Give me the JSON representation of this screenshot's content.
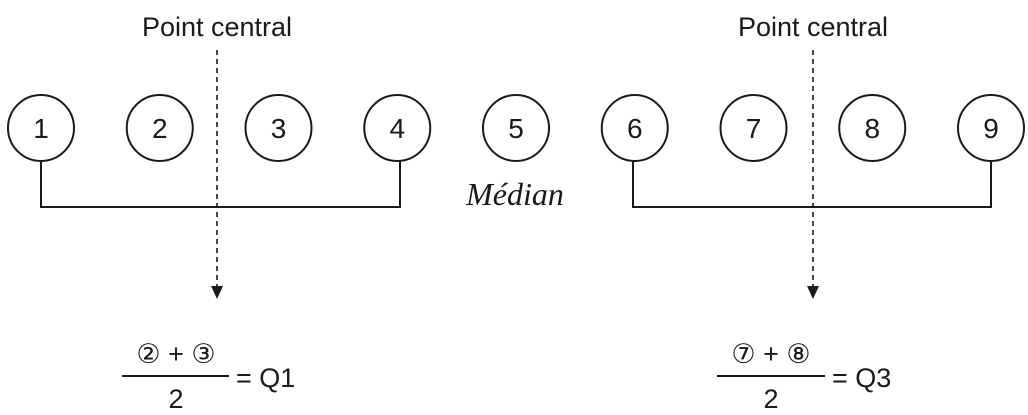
{
  "circles": [
    "1",
    "2",
    "3",
    "4",
    "5",
    "6",
    "7",
    "8",
    "9"
  ],
  "median_label": "Médian",
  "left": {
    "center_label": "Point central",
    "numerator": "② + ③",
    "denominator": "2",
    "result": "= Q1"
  },
  "right": {
    "center_label": "Point central",
    "numerator": "⑦ + ⑧",
    "denominator": "2",
    "result": "= Q3"
  },
  "colors": {
    "stroke": "#1a1a1a",
    "background": "#ffffff"
  }
}
